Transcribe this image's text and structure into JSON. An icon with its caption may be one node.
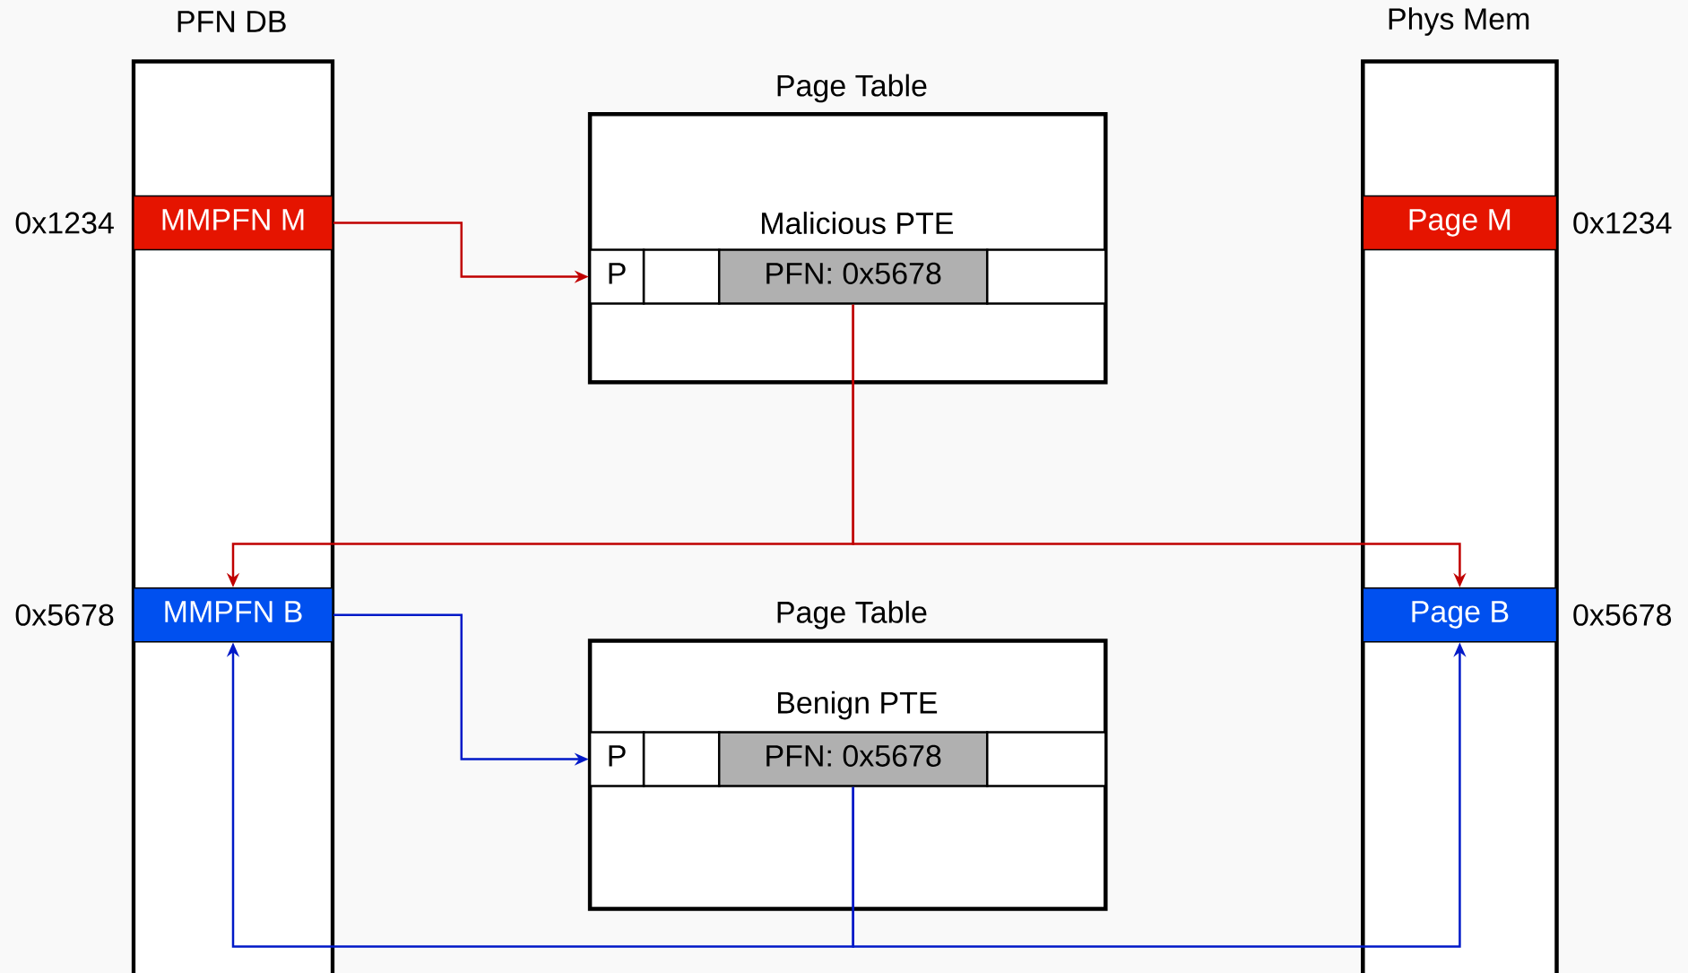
{
  "diagram": {
    "nodes": [
      {
        "text": [
          "PFN DB"
        ]
      },
      {
        "text": [
          "MMPFN M"
        ],
        "in": 0,
        "beside": [
          "0x1234"
        ]
      },
      {
        "text": [
          "MMPFN B"
        ],
        "in": 0,
        "beside": [
          "0x5678"
        ]
      },
      {
        "text": [
          "Phys Mem"
        ]
      },
      {
        "text": [
          "Page M"
        ],
        "in": 3,
        "beside": [
          "0x1234"
        ]
      },
      {
        "text": [
          "Page B"
        ],
        "in": 3,
        "beside": [
          "0x5678"
        ]
      },
      {
        "text": [
          "Page Table",
          "Malicious PTE"
        ]
      },
      {
        "text": [
          "P"
        ],
        "in": 6
      },
      {
        "text": [],
        "shape": "box",
        "in": 6
      },
      {
        "text": [
          "PFN: 0x5678"
        ],
        "in": 6
      },
      {
        "text": [],
        "shape": "box",
        "in": 6
      },
      {
        "text": [
          "Page Table",
          "Benign PTE"
        ]
      },
      {
        "text": [
          "P"
        ],
        "in": 11
      },
      {
        "text": [],
        "shape": "box",
        "in": 11
      },
      {
        "text": [
          "PFN: 0x5678"
        ],
        "in": 11
      },
      {
        "text": [],
        "shape": "box",
        "in": 11
      }
    ],
    "edges": [
      {
        "from": 1,
        "to": 7,
        "arrow": "to",
        "color": "#c00000"
      },
      {
        "from": 9,
        "to": 2,
        "arrow": "to",
        "color": "#c00000"
      },
      {
        "from": 9,
        "to": 5,
        "arrow": "to",
        "color": "#c00000"
      },
      {
        "from": 2,
        "to": 12,
        "arrow": "to",
        "color": "#0019c8"
      },
      {
        "from": 14,
        "to": 2,
        "arrow": "to",
        "color": "#0019c8"
      },
      {
        "from": 14,
        "to": 5,
        "arrow": "to",
        "color": "#0019c8"
      }
    ]
  }
}
